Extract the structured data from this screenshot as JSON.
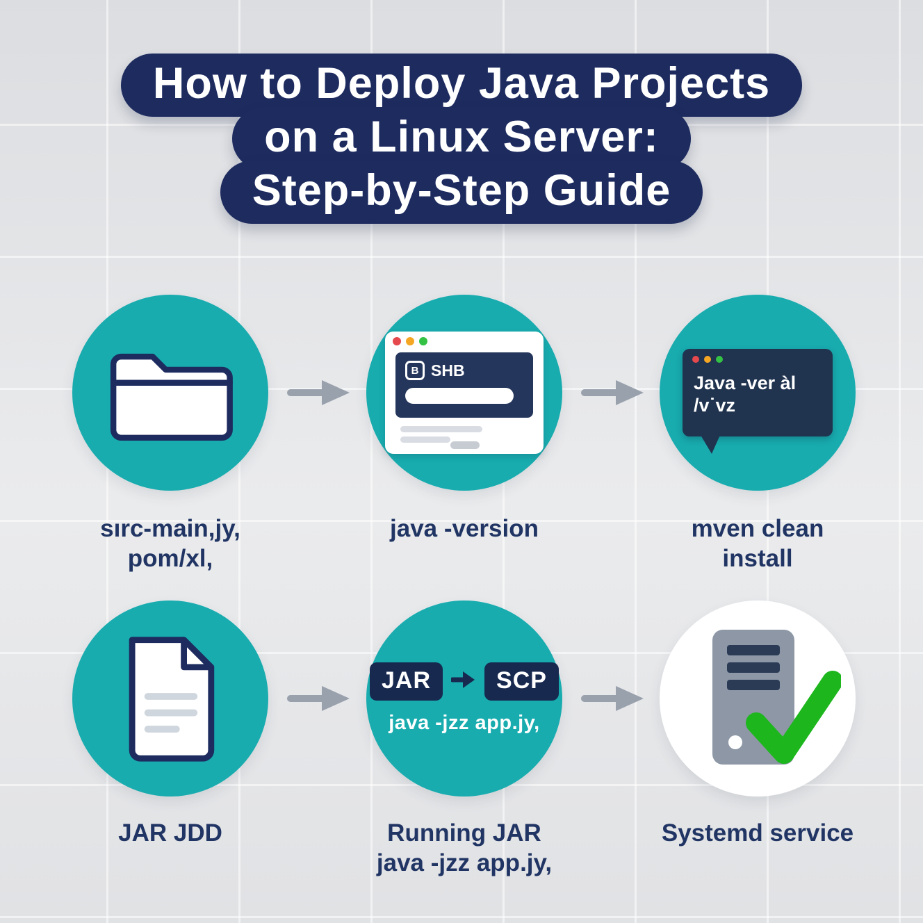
{
  "title": {
    "line1": "How to Deploy Java Projects",
    "line2": "on a Linux Server:",
    "line3": "Step-by-Step Guide"
  },
  "steps": [
    {
      "name": "project-files",
      "caption1": "sırc-main,jy,",
      "caption2": "pom/xl,"
    },
    {
      "name": "check-java",
      "caption1": "java -version",
      "caption2": ""
    },
    {
      "name": "maven-build",
      "caption1": "mven clean",
      "caption2": "install"
    },
    {
      "name": "jar-artifact",
      "caption1": "JAR JDD",
      "caption2": ""
    },
    {
      "name": "running-jar",
      "caption1": "Running JAR",
      "caption2": "java -jzz app.jy,"
    },
    {
      "name": "systemd-service",
      "caption1": "Systemd service",
      "caption2": ""
    }
  ],
  "terminal_icon": {
    "badge_letter": "B",
    "badge_text": "SHB"
  },
  "bubble_icon": {
    "line1": "Java -ver àl",
    "line2": "/v˙vz"
  },
  "transfer_icon": {
    "left_badge": "JAR",
    "right_badge": "SCP",
    "command": "java -jzz app.jy,"
  },
  "colors": {
    "teal": "#18acaf",
    "navy": "#1d2b5f",
    "caption_navy": "#213564",
    "arrow_gray": "#99a1ad",
    "check_green": "#1db71d",
    "dot_red": "#e5484d",
    "dot_orange": "#f5a623",
    "dot_green": "#33c244"
  }
}
